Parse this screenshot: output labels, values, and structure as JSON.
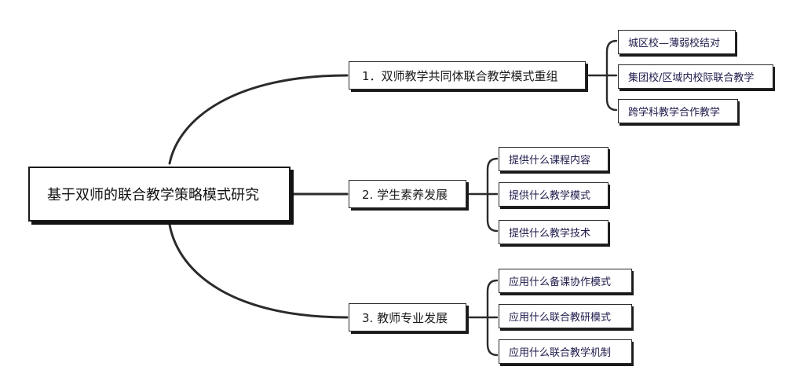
{
  "mindmap": {
    "root": "基于双师的联合教学策略模式研究",
    "branches": [
      {
        "label": "1．双师教学共同体联合教学模式重组",
        "children": [
          "城区校—薄弱校结对",
          "集团校/区域内校际联合教学",
          "跨学科教学合作教学"
        ]
      },
      {
        "label": "2. 学生素养发展",
        "children": [
          "提供什么课程内容",
          "提供什么教学模式",
          "提供什么教学技术"
        ]
      },
      {
        "label": "3. 教师专业发展",
        "children": [
          "应用什么备课协作模式",
          "应用什么联合教研模式",
          "应用什么联合教学机制"
        ]
      }
    ]
  }
}
